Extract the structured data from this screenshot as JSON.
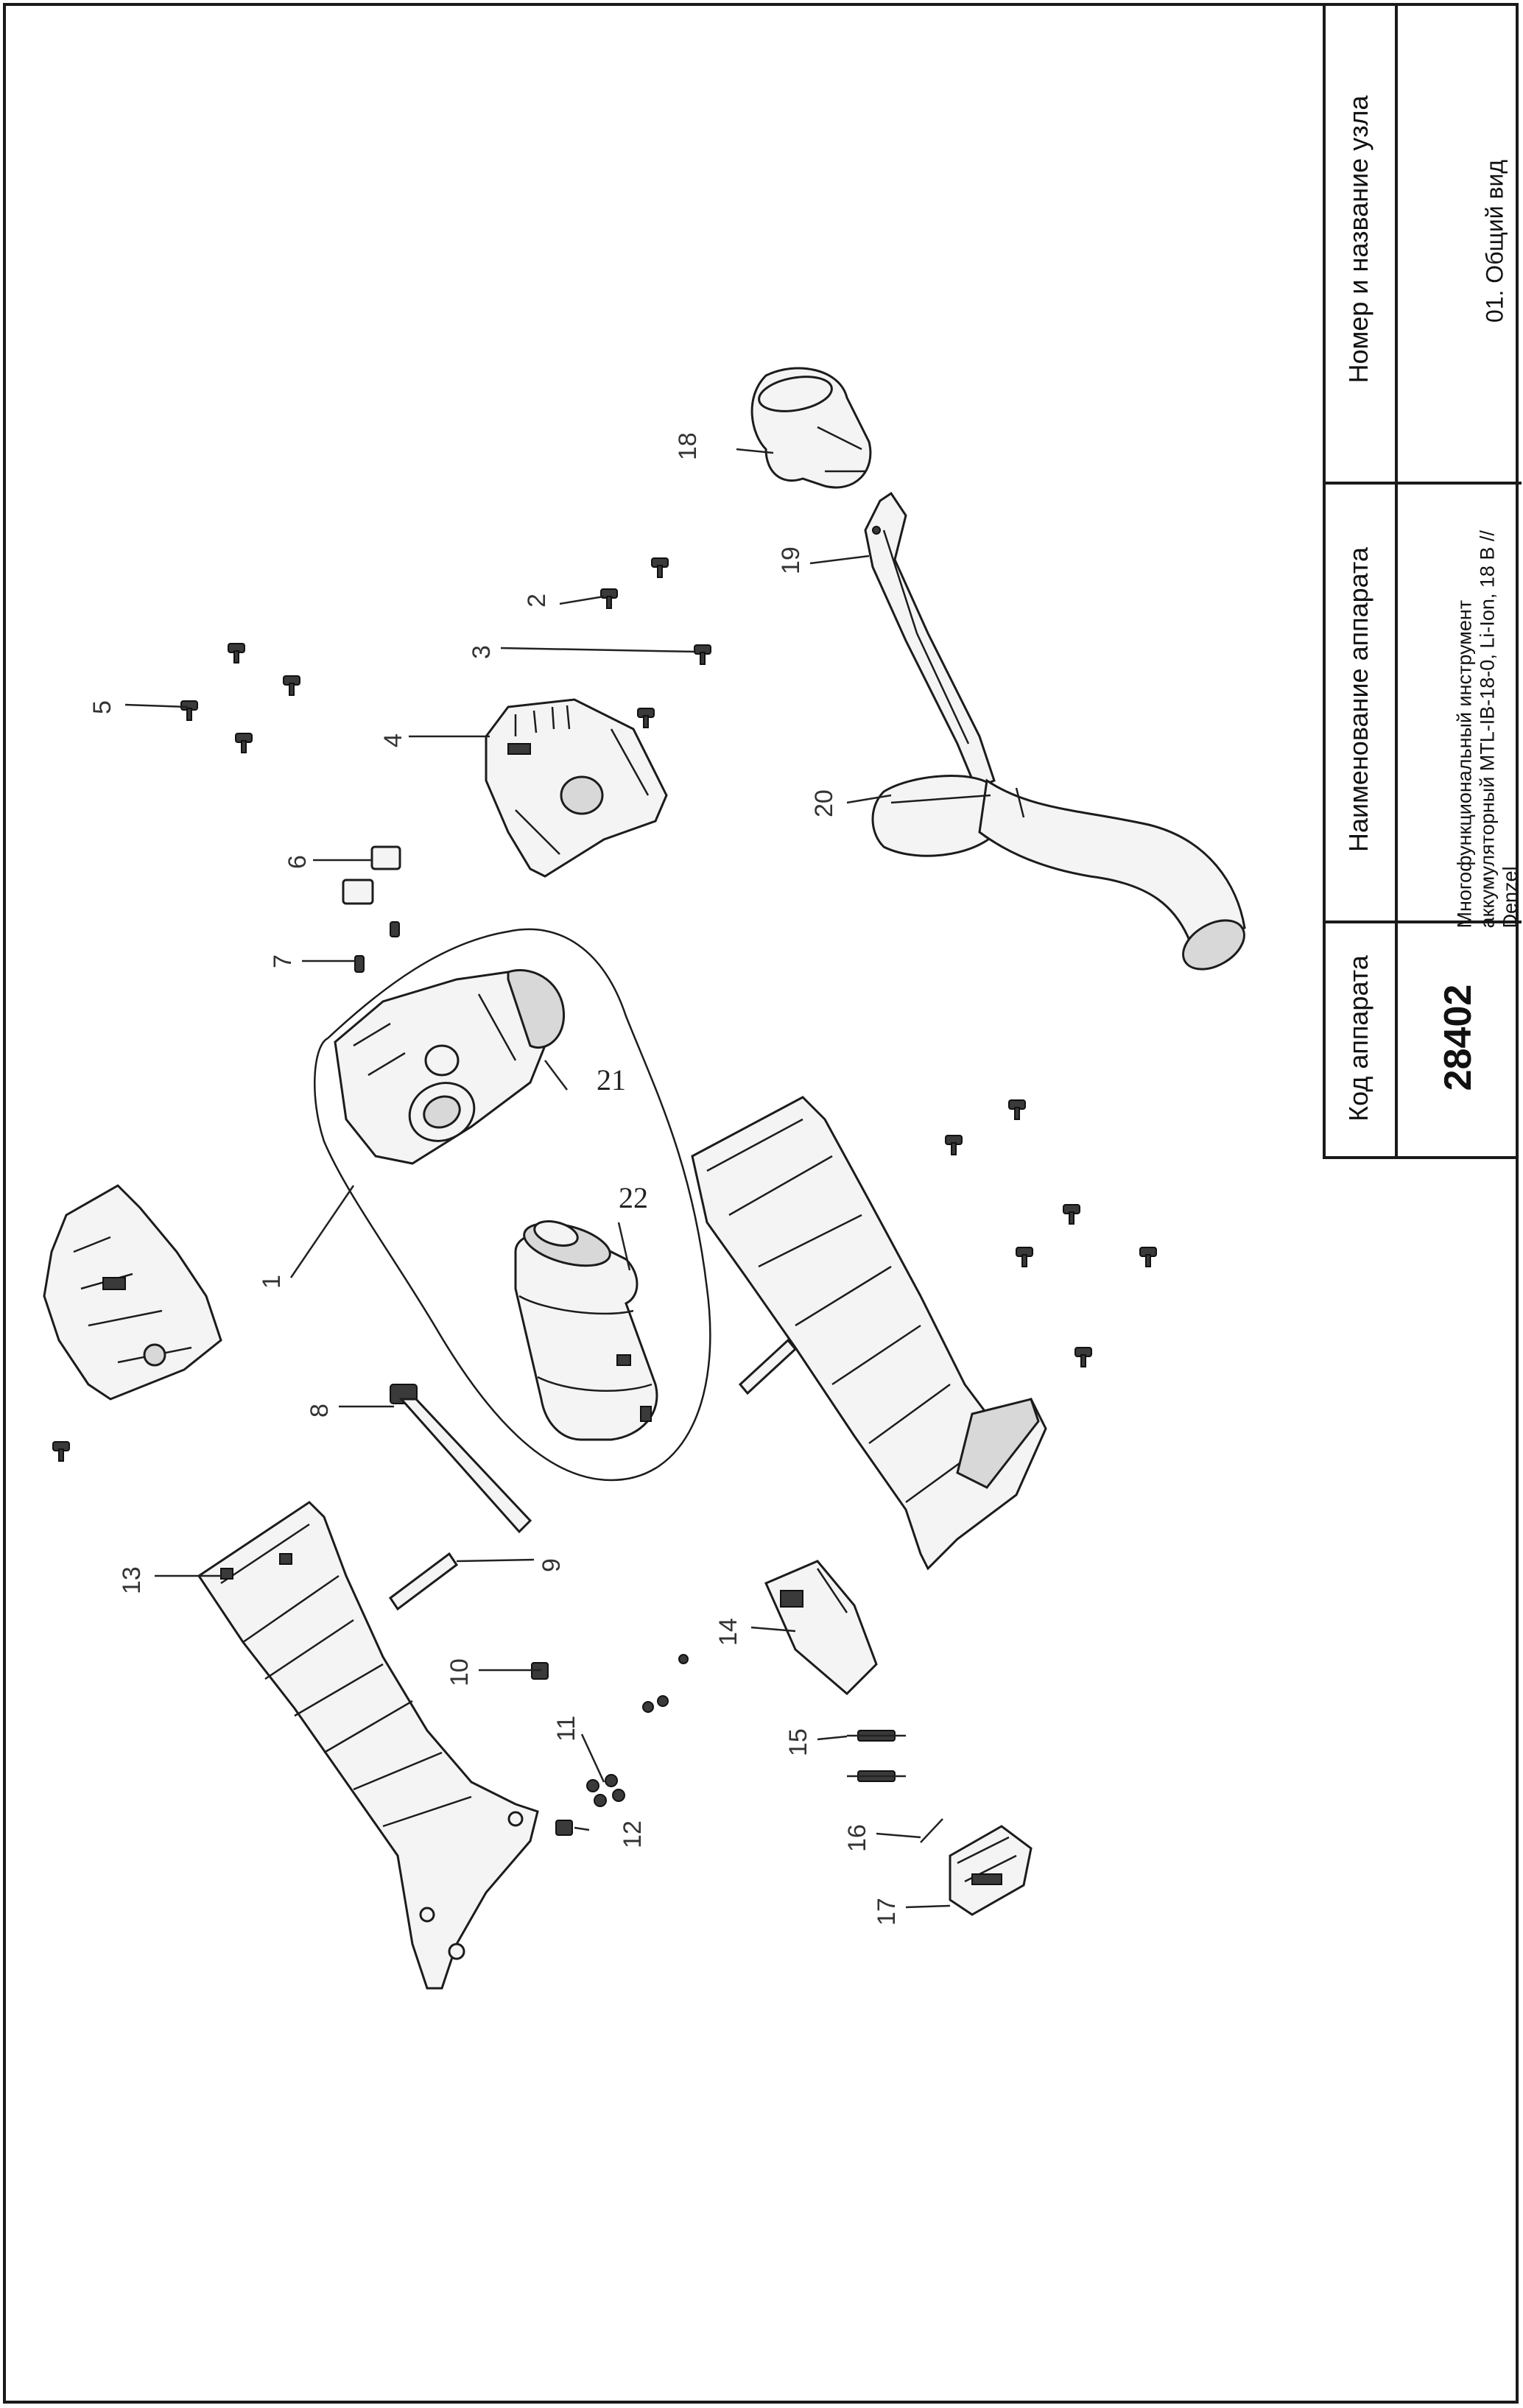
{
  "title_block": {
    "code_header": "Код аппарата",
    "code_value": "28402",
    "name_header": "Наименование аппарата",
    "name_value": "Многофункциональный инструмент аккумуляторный MTL-IB-18-0, Li-Ion, 18 В // Denzel",
    "node_header": "Номер и название узла",
    "node_value": "01. Общий вид"
  },
  "callouts": [
    "1",
    "2",
    "3",
    "4",
    "5",
    "6",
    "7",
    "8",
    "9",
    "10",
    "11",
    "12",
    "13",
    "14",
    "15",
    "16",
    "17",
    "18",
    "19",
    "20",
    "21",
    "22"
  ]
}
